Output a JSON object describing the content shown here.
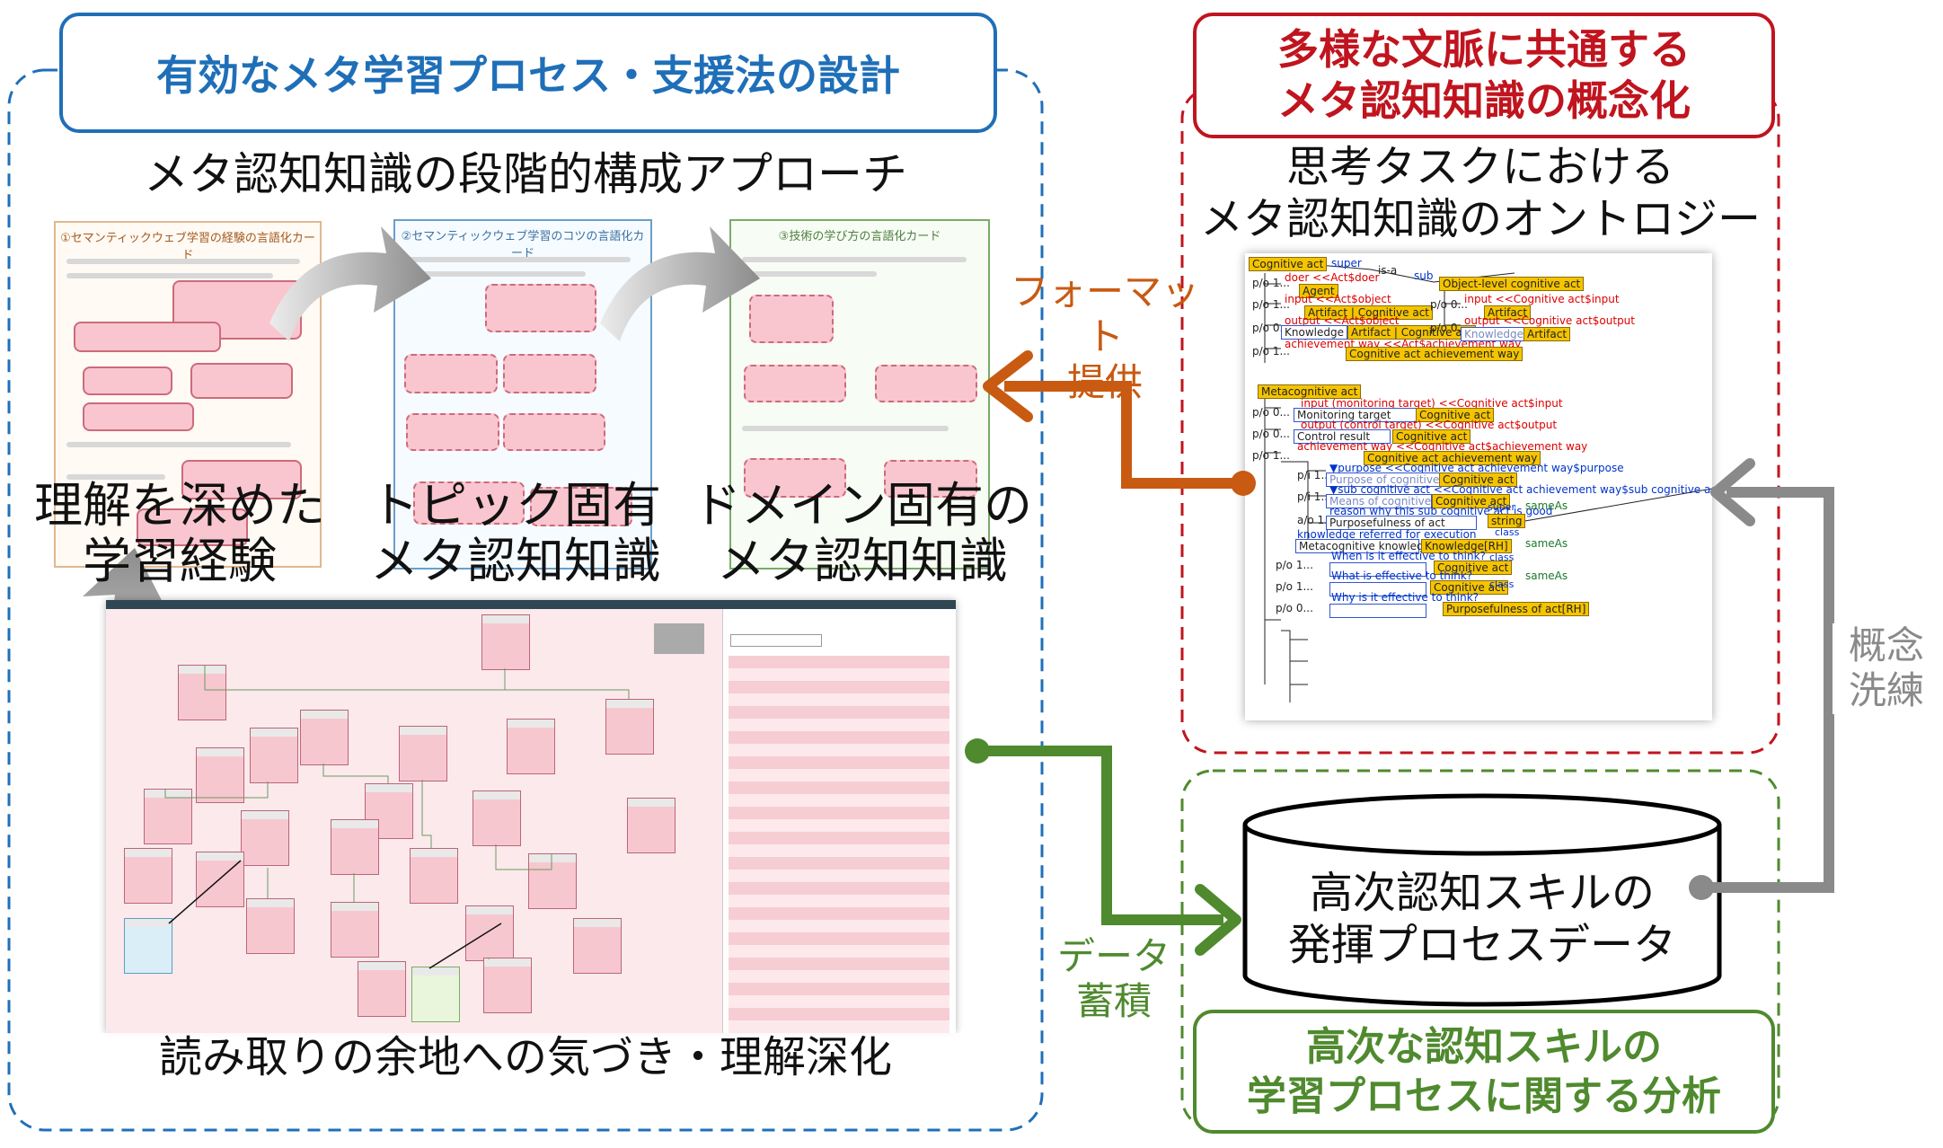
{
  "left_panel": {
    "title": "有効なメタ学習プロセス・支援法の設計",
    "subtitle": "メタ認知知識の段階的構成アプローチ",
    "stages": [
      {
        "line1": "理解を深めた",
        "line2": "学習経験"
      },
      {
        "line1": "トピック固有",
        "line2": "メタ認知知識"
      },
      {
        "line1": "ドメイン固有の",
        "line2": "メタ認知知識"
      }
    ],
    "cards": [
      {
        "title": "①セマンティックウェブ学習の経験の言語化カード"
      },
      {
        "title": "②セマンティックウェブ学習のコツの言語化カード"
      },
      {
        "title": "③技術の学び方の言語化カード"
      }
    ],
    "bottom_caption": "読み取りの余地への気づき・理解深化"
  },
  "right_top_panel": {
    "title_line1": "多様な文脈に共通する",
    "title_line2": "メタ認知知識の概念化",
    "subtitle_line1": "思考タスクにおける",
    "subtitle_line2": "メタ認知知識のオントロジー"
  },
  "ontology": {
    "cognitive_act": "Cognitive act",
    "super": "super",
    "is_a": "is-a",
    "sub": "sub",
    "object_level": "Object-level cognitive act",
    "p_o_1": "p/o 1...",
    "p_o_0": "p/o 0...",
    "p_i_1": "p/i 1...",
    "a_o_1": "a/o 1...",
    "doer": "doer <<Act$doer",
    "agent": "Agent",
    "input": "input <<Act$object",
    "artifact_cog": "Artifact | Cognitive act",
    "output": "output <<Act$object",
    "knowledge": "Knowledge",
    "achievement_way": "achievement way <<Act$achievement way",
    "cog_act_achievement_way": "Cognitive act achievement way",
    "obj_input": "input <<Cognitive act$input",
    "artifact": "Artifact",
    "obj_output": "output <<Cognitive act$output",
    "metacognitive_act": "Metacognitive act",
    "input_monitoring": "input (monitoring target) <<Cognitive act$input",
    "monitoring_target": "Monitoring target",
    "cog_act": "Cognitive act",
    "output_control": "output (control target) <<Cognitive act$output",
    "control_result": "Control result",
    "meta_achievement_way": "achievement way <<Cognitive act$achievement way",
    "purpose": "▼purpose <<Cognitive act achievement way$purpose",
    "purpose_of_cog": "Purpose of cognitive act",
    "sub_cog_act": "▼sub cognitive act <<Cognitive act achievement way$sub cognitive act",
    "means_of_cog": "Means of cognitive act",
    "reason": "reason why this sub cognitive act is good",
    "purposefulness": "Purposefulness of act",
    "string": "string",
    "same_as": "sameAs",
    "class": "class",
    "knowledge_referred": "knowledge referred for execution",
    "metacognitive_knowledge": "Metacognitive knowledge",
    "knowledge_rh": "Knowledge[RH]",
    "when_effective": "When is it effective to think?",
    "what_effective": "What is effective to think?",
    "why_effective": "Why is it effective to think?",
    "purposefulness_rh": "Purposefulness of act[RH]"
  },
  "arrows": {
    "format_line1": "フォーマット",
    "format_line2": "提供",
    "data_line1": "データ",
    "data_line2": "蓄積",
    "concept_line1": "概念",
    "concept_line2": "洗練"
  },
  "database": {
    "line1": "高次認知スキルの",
    "line2": "発揮プロセスデータ"
  },
  "right_bottom_panel": {
    "title_line1": "高次な認知スキルの",
    "title_line2": "学習プロセスに関する分析"
  },
  "colors": {
    "blue": "#1f6fb8",
    "red": "#c0141e",
    "green": "#4f8a2e",
    "orange": "#c85a12",
    "gray": "#8a8a8a"
  }
}
